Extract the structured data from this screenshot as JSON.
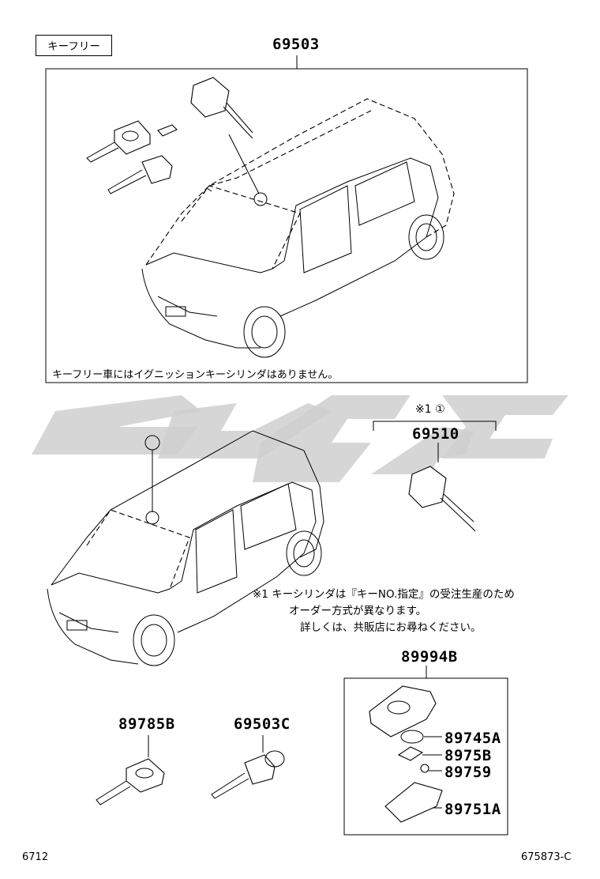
{
  "header": {
    "tag_label": "キーフリー"
  },
  "callouts": {
    "top_assembly": "69503",
    "top_note": "キーフリー車にはイグニッションキーシリンダはありません。",
    "cylinder_mark": "※1 ①",
    "cylinder": "69510",
    "marker_1": "①",
    "note_lines": [
      "※1  キーシリンダは『キーNO.指定』の受注生産のため",
      "オーダー方式が異なります。",
      "詳しくは、共販店にお尋ねください。"
    ],
    "transmitter_set": "89994B",
    "transmitter_case": "89745A",
    "battery": "8975B",
    "screw": "89759",
    "cover": "89751A",
    "key_master": "89785B",
    "key_sub": "69503C"
  },
  "footer": {
    "left": "6712",
    "right": "675873-C"
  },
  "watermark": {
    "color": "#cfcfcf"
  }
}
